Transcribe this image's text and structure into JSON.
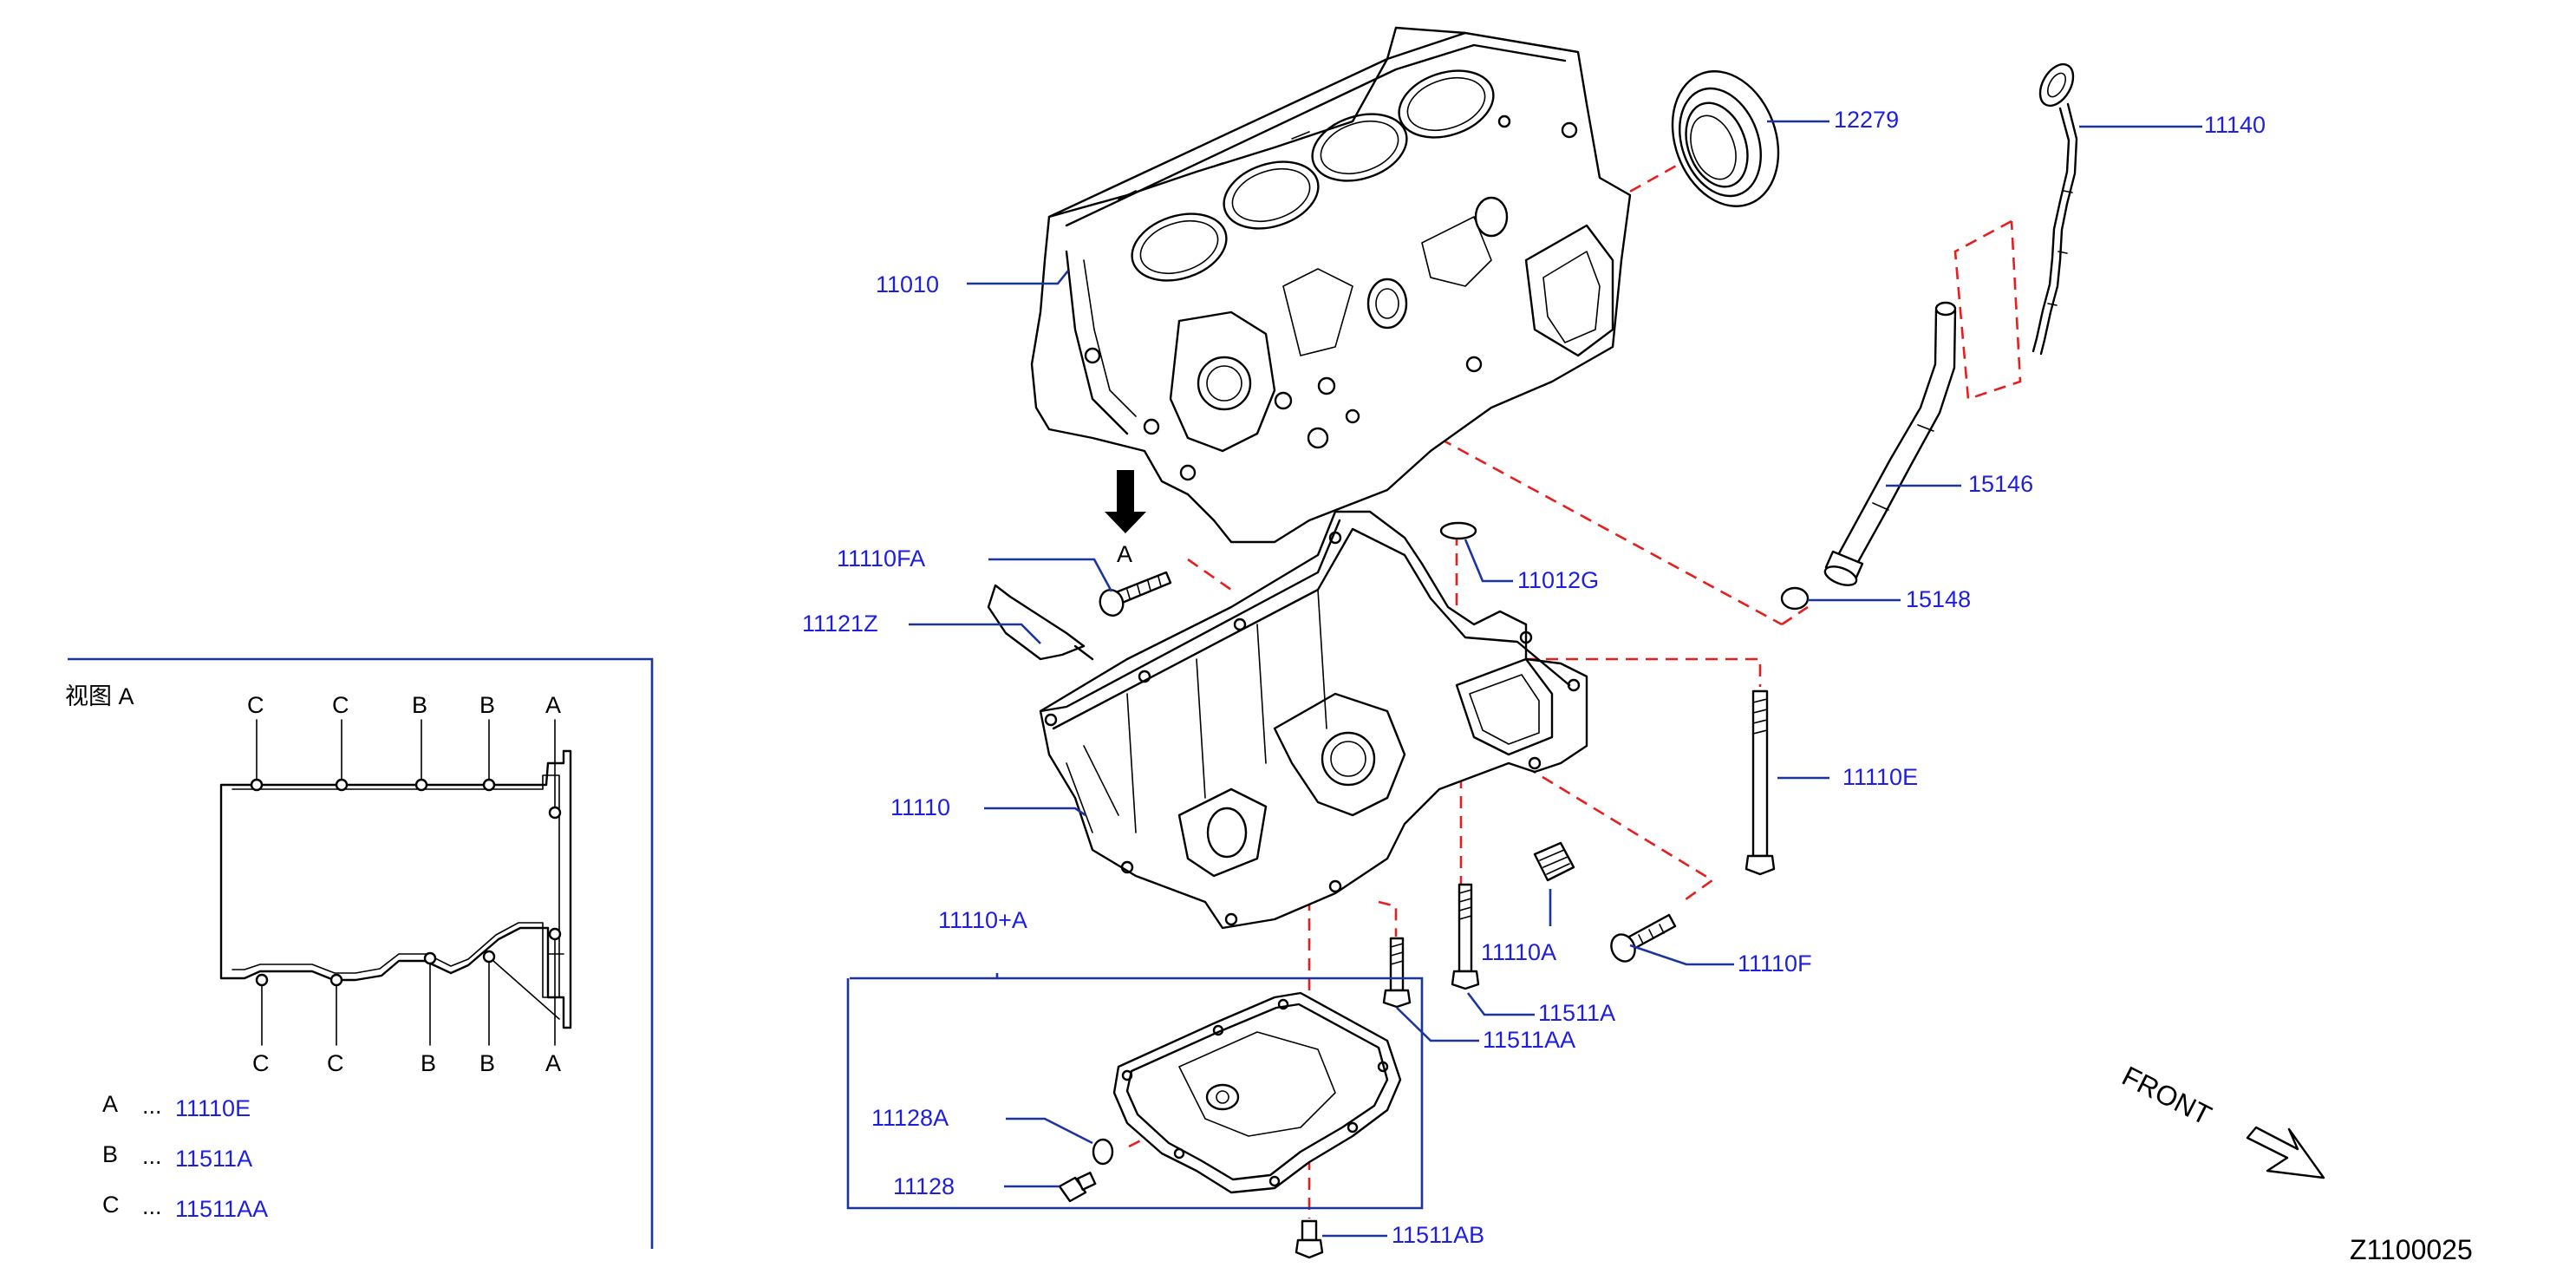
{
  "accent_colors": {
    "part_number": "#1e1ee0",
    "leader": "#1a35a0",
    "hidden_line": "#e61e1e"
  },
  "callouts": {
    "c12279": "12279",
    "c11140": "11140",
    "c11010": "11010",
    "c15146": "15146",
    "c11110FA": "11110FA",
    "c11012G": "11012G",
    "c15148": "15148",
    "c11121Z": "11121Z",
    "c11110E": "11110E",
    "c11110": "11110",
    "c11110plusA": "11110+A",
    "c11110A": "11110A",
    "c11110F": "11110F",
    "c11511A": "11511A",
    "c11511AA": "11511AA",
    "c11128A": "11128A",
    "c11128": "11128",
    "c11511AB": "11511AB"
  },
  "view_arrow_label": "A",
  "view_panel": {
    "title": "视图 A",
    "top_markers": [
      "C",
      "C",
      "B",
      "B",
      "A"
    ],
    "bottom_markers": [
      "C",
      "C",
      "B",
      "B",
      "A"
    ],
    "legend": [
      {
        "key": "A",
        "dots": "...",
        "part": "11110E"
      },
      {
        "key": "B",
        "dots": "...",
        "part": "11511A"
      },
      {
        "key": "C",
        "dots": "...",
        "part": "11511AA"
      }
    ]
  },
  "front_label": "FRONT",
  "diagram_code": "Z1100025"
}
